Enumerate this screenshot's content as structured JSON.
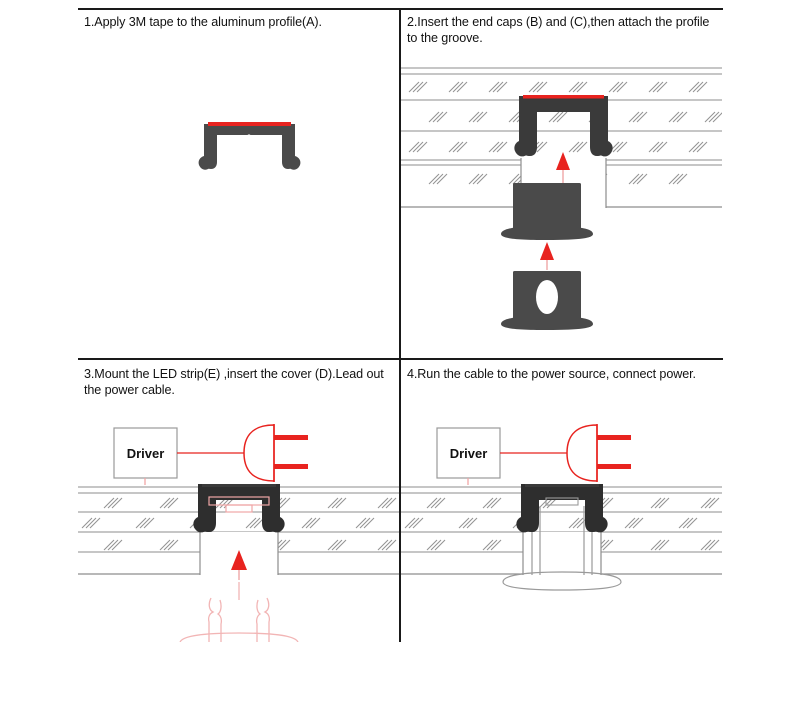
{
  "document": {
    "type": "installation-instruction-diagram",
    "title": "LED Aluminum Profile Installation Steps",
    "layout": "2x2 grid of numbered steps"
  },
  "colors": {
    "frame": "#1a1a1a",
    "text": "#121212",
    "profile_body": "#4a4a4a",
    "profile_dark": "#333333",
    "tape_red": "#e8231f",
    "wire_red": "#e8231f",
    "arrow_red": "#e8231f",
    "ghost_red": "#f2b5b5",
    "hatch_gray": "#8d8d8d",
    "wall_line": "#808080",
    "cover_outline": "#9a9a9a",
    "driver_box_border": "#9a9a9a",
    "background": "#ffffff"
  },
  "steps": [
    {
      "id": "step-1",
      "number": "1",
      "caption": "1.Apply 3M tape to the  aluminum profile(A).",
      "parts": [
        "aluminum profile (A)",
        "3M tape"
      ],
      "art": "aluminum-profile-with-red-tape"
    },
    {
      "id": "step-2",
      "number": "2",
      "caption": "2.Insert the end caps (B) and (C),then attach the profile to the groove.",
      "parts": [
        "end cap (B) solid",
        "end cap (C) with cable hole",
        "groove"
      ],
      "art": "profile-in-groove-with-endcaps-and-up-arrows"
    },
    {
      "id": "step-3",
      "number": "3",
      "caption": "3.Mount the LED strip(E) ,insert the cover (D).Lead out the power cable.",
      "parts": [
        "LED strip (E)",
        "cover (D)",
        "driver",
        "power plug"
      ],
      "art": "driver-plug-and-profile-with-led-strip"
    },
    {
      "id": "step-4",
      "number": "4",
      "caption": "4.Run the cable to the power source, connect power.",
      "parts": [
        "driver",
        "power plug",
        "completed assembly"
      ],
      "art": "driver-plug-and-completed-installation"
    }
  ],
  "labels": {
    "driver_step3": "Driver",
    "driver_step4": "Driver"
  },
  "annotations": {
    "arrow_direction": "up",
    "arrow_count_step2": 2,
    "arrow_count_step3": 1
  }
}
